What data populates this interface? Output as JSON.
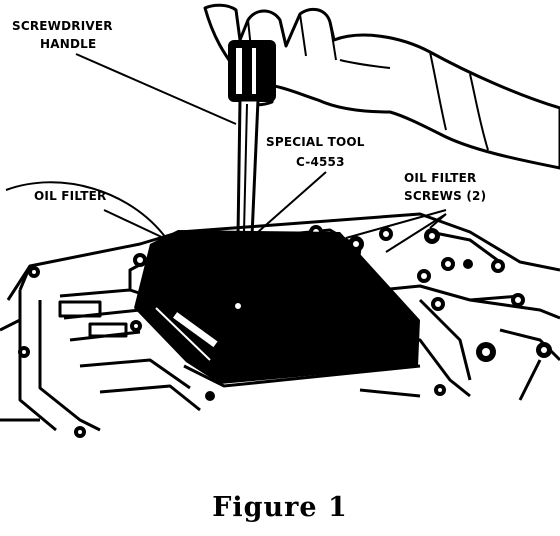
{
  "labels": {
    "screwdriver_line1": "SCREWDRIVER",
    "screwdriver_line2": "HANDLE",
    "special_tool_line1": "SPECIAL TOOL",
    "special_tool_line2": "C-4553",
    "oil_filter": "OIL FILTER",
    "oil_filter_screws_line1": "OIL FILTER",
    "oil_filter_screws_line2": "SCREWS (2)"
  },
  "caption": "Figure 1"
}
